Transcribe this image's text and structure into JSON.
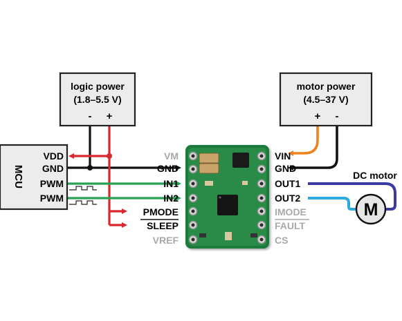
{
  "logic_supply": {
    "title": "logic power",
    "range": "(1.8–5.5 V)",
    "minus": "-",
    "plus": "+"
  },
  "motor_supply": {
    "title": "motor power",
    "range": "(4.5–37 V)",
    "plus": "+",
    "minus": "-"
  },
  "mcu": {
    "label": "MCU",
    "pins": [
      "VDD",
      "GND",
      "PWM",
      "PWM"
    ]
  },
  "driver": {
    "left_pins": [
      "VM",
      "GND",
      "IN1",
      "IN2",
      "PMODE",
      "SLEEP",
      "VREF"
    ],
    "right_pins": [
      "VIN",
      "GND",
      "OUT1",
      "OUT2",
      "IMODE",
      "FAULT",
      "CS"
    ]
  },
  "motor": {
    "caption": "DC motor",
    "letter": "M"
  },
  "colors": {
    "logic_power": "#d8272d",
    "ground": "#111111",
    "signal": "#27a153",
    "motor_power": "#f0821e",
    "out1": "#3a3aa0",
    "out2": "#2ea8e0",
    "board": "#1f7a3c",
    "unused_label": "#a8a8a8"
  }
}
